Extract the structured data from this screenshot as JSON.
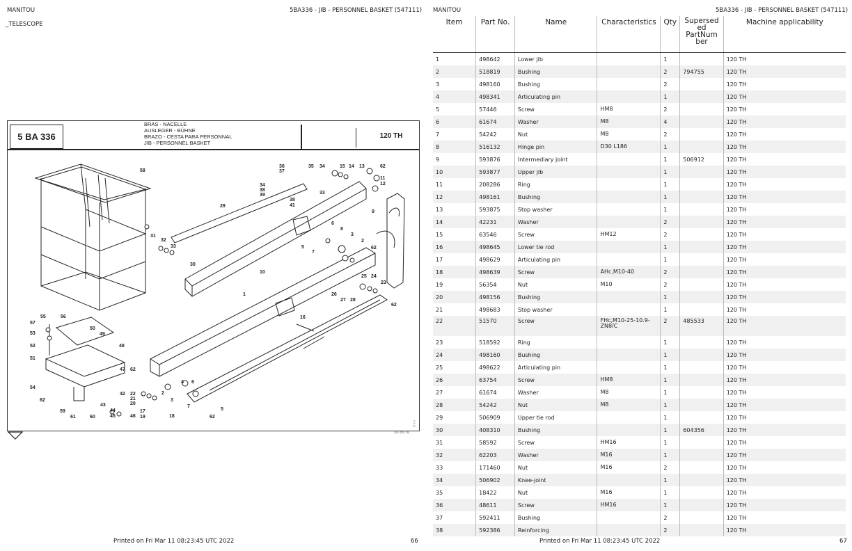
{
  "left_page": {
    "brand": "MANITOU",
    "doc_title": "5BA336 - JIB - PERSONNEL BASKET (547111)",
    "section": "_TELESCOPE",
    "drawing": {
      "code": "5 BA 336",
      "titles": [
        "BRAS - NACELLE",
        "AUSLEGER - BÜHNE",
        "BRAZO - CESTA PARA PERSONNAL",
        "JIB - PERSONNEL BASKET"
      ],
      "model": "120 TH",
      "date_stamp": "16 / 03 / 04",
      "side_code": "F.A.Q",
      "callouts": [
        "58",
        "36",
        "37",
        "35",
        "34",
        "15",
        "14",
        "13",
        "62",
        "11",
        "12",
        "34",
        "38",
        "39",
        "33",
        "38",
        "41",
        "29",
        "9",
        "6",
        "8",
        "3",
        "2",
        "31",
        "32",
        "33",
        "30",
        "5",
        "7",
        "62",
        "10",
        "25",
        "24",
        "23",
        "1",
        "26",
        "27",
        "28",
        "62",
        "55",
        "56",
        "57",
        "53",
        "52",
        "51",
        "50",
        "49",
        "48",
        "16",
        "47",
        "62",
        "54",
        "62",
        "4",
        "6",
        "42",
        "22",
        "21",
        "20",
        "2",
        "3",
        "7",
        "59",
        "61",
        "60",
        "43",
        "44",
        "45",
        "46",
        "17",
        "19",
        "18",
        "62",
        "5"
      ]
    },
    "footer_printed": "Printed on  Fri Mar 11 08:23:45 UTC 2022",
    "page_number": "66"
  },
  "right_page": {
    "brand": "MANITOU",
    "doc_title": "5BA336 - JIB - PERSONNEL BASKET (547111)",
    "columns": [
      "Item",
      "Part No.",
      "Name",
      "Characteristics",
      "Qty",
      "Supersed ed PartNum ber",
      "Machine applicability"
    ],
    "rows": [
      [
        "1",
        "498642",
        "Lower jib",
        "",
        "1",
        "",
        "120 TH"
      ],
      [
        "2",
        "518819",
        "Bushing",
        "",
        "2",
        "794755",
        "120 TH"
      ],
      [
        "3",
        "498160",
        "Bushing",
        "",
        "2",
        "",
        "120 TH"
      ],
      [
        "4",
        "498341",
        "Articulating pin",
        "",
        "1",
        "",
        "120 TH"
      ],
      [
        "5",
        "57446",
        "Screw",
        "HM8",
        "2",
        "",
        "120 TH"
      ],
      [
        "6",
        "61674",
        "Washer",
        "M8",
        "4",
        "",
        "120 TH"
      ],
      [
        "7",
        "54242",
        "Nut",
        "M8",
        "2",
        "",
        "120 TH"
      ],
      [
        "8",
        "516132",
        "Hinge pin",
        "D30 L186",
        "1",
        "",
        "120 TH"
      ],
      [
        "9",
        "593876",
        "Intermediary joint",
        "",
        "1",
        "506912",
        "120 TH"
      ],
      [
        "10",
        "593877",
        "Upper jib",
        "",
        "1",
        "",
        "120 TH"
      ],
      [
        "11",
        "208286",
        "Ring",
        "",
        "1",
        "",
        "120 TH"
      ],
      [
        "12",
        "498161",
        "Bushing",
        "",
        "1",
        "",
        "120 TH"
      ],
      [
        "13",
        "593875",
        "Stop washer",
        "",
        "1",
        "",
        "120 TH"
      ],
      [
        "14",
        "42231",
        "Washer",
        "",
        "2",
        "",
        "120 TH"
      ],
      [
        "15",
        "63546",
        "Screw",
        "HM12",
        "2",
        "",
        "120 TH"
      ],
      [
        "16",
        "498645",
        "Lower tie rod",
        "",
        "1",
        "",
        "120 TH"
      ],
      [
        "17",
        "498629",
        "Articulating pin",
        "",
        "1",
        "",
        "120 TH"
      ],
      [
        "18",
        "498639",
        "Screw",
        "AHc,M10-40",
        "2",
        "",
        "120 TH"
      ],
      [
        "19",
        "56354",
        "Nut",
        "M10",
        "2",
        "",
        "120 TH"
      ],
      [
        "20",
        "498156",
        "Bushing",
        "",
        "1",
        "",
        "120 TH"
      ],
      [
        "21",
        "498683",
        "Stop washer",
        "",
        "1",
        "",
        "120 TH"
      ],
      [
        "22",
        "51570",
        "Screw",
        "FHc,M10-25-10.9-ZN8/C",
        "2",
        "485533",
        "120 TH"
      ],
      [
        "23",
        "518592",
        "Ring",
        "",
        "1",
        "",
        "120 TH"
      ],
      [
        "24",
        "498160",
        "Bushing",
        "",
        "1",
        "",
        "120 TH"
      ],
      [
        "25",
        "498622",
        "Articulating pin",
        "",
        "1",
        "",
        "120 TH"
      ],
      [
        "26",
        "63754",
        "Screw",
        "HM8",
        "1",
        "",
        "120 TH"
      ],
      [
        "27",
        "61674",
        "Washer",
        "M8",
        "1",
        "",
        "120 TH"
      ],
      [
        "28",
        "54242",
        "Nut",
        "M8",
        "1",
        "",
        "120 TH"
      ],
      [
        "29",
        "506909",
        "Upper tie rod",
        "",
        "1",
        "",
        "120 TH"
      ],
      [
        "30",
        "408310",
        "Bushing",
        "",
        "1",
        "604356",
        "120 TH"
      ],
      [
        "31",
        "58592",
        "Screw",
        "HM16",
        "1",
        "",
        "120 TH"
      ],
      [
        "32",
        "62203",
        "Washer",
        "M16",
        "1",
        "",
        "120 TH"
      ],
      [
        "33",
        "171460",
        "Nut",
        "M16",
        "2",
        "",
        "120 TH"
      ],
      [
        "34",
        "506902",
        "Knee-joint",
        "",
        "1",
        "",
        "120 TH"
      ],
      [
        "35",
        "18422",
        "Nut",
        "M16",
        "1",
        "",
        "120 TH"
      ],
      [
        "36",
        "48611",
        "Screw",
        "HM16",
        "1",
        "",
        "120 TH"
      ],
      [
        "37",
        "592411",
        "Bushing",
        "",
        "2",
        "",
        "120 TH"
      ],
      [
        "38",
        "592386",
        "Reinforcing",
        "",
        "2",
        "",
        "120 TH"
      ]
    ],
    "footer_printed": "Printed on  Fri Mar 11 08:23:45 UTC 2022",
    "page_number": "67"
  }
}
